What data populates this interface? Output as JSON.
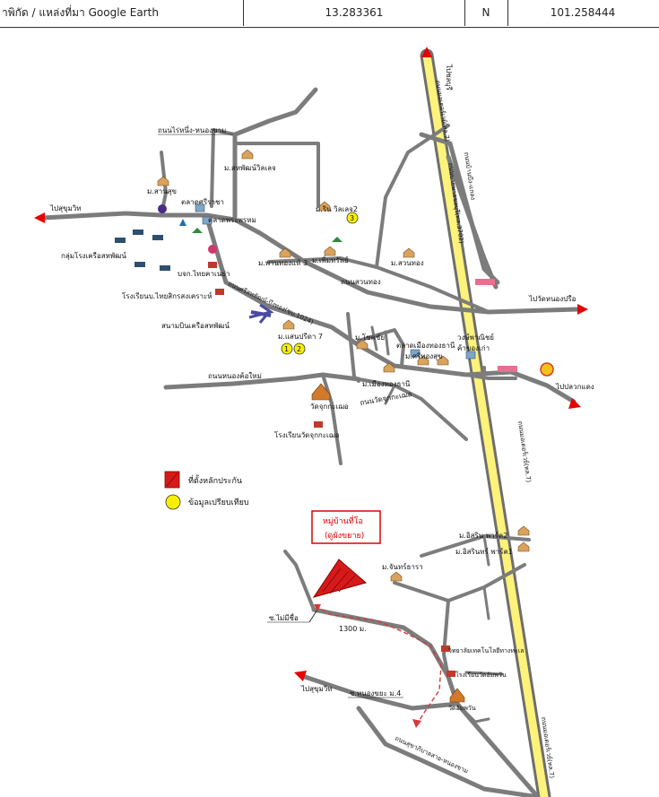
{
  "header": {
    "source_label": "าพิกัด / แหล่งที่มา Google Earth",
    "latitude": "13.283361",
    "direction": "N",
    "longitude": "101.258444"
  },
  "roads": {
    "main_highway_top": "ถนนมอเตอร์เวย์(ทล.7)",
    "main_highway_bottom": "ถนนมอเตอร์เวย์(ทล.7)",
    "highway_right_bottom": "ถนนมอเตอร์เวย์(ทล.7)",
    "parallel_road_a": "ถนนบ้านบึง-แกลง",
    "parallel_road_b": "ถนนบายพาสชลบุรี(ทล.3702)",
    "rai_nong_kham": "ถนนไร่หนึ่ง-หนองขาม",
    "suan_thong": "ถนนสวนทอง",
    "srisahaphat": "ถนนศรีสหพัฒน์-บึงทอง(ชบ.1024)",
    "nong_kho": "ถนนหนองค้อใหม่",
    "wat_chuk": "ถนนวัดจุกกะเฌอ",
    "sukhaphiban": "ถนนสุขาภิบาลสาย-หนองขาม"
  },
  "directions": {
    "chonburi": "ไปชลบุรี",
    "sukhumvit_top": "ไปสุขุมวิท",
    "wat_nong_prue": "ไปวัดหนองปรือ",
    "pluak_daeng": "ไปปลวกแดง",
    "sukhumvit_bottom": "ไปสุขุมวิท"
  },
  "places": {
    "sriracha_market": "ตลาดศรีราชา",
    "phra_phrom_market": "ตลาดพระพรหม",
    "sahaphat_village": "ม.สหพัฒน์วิลเลจ",
    "sansuk": "ม.สานสุข",
    "rin_village": "ม.ริน วิลเลจ2",
    "industrial_group": "กลุ่มโรงเครือสหพัฒน์",
    "bor_kor_thai": "บจก.ไทยคาเนย่า",
    "thai_school": "โรงเรียนบ.ไทยสิกรสงเคราะห์",
    "pan_thong": "ม.พานทองแท้ 3",
    "phum_sap": "ม.เพิ่มทรัพย์",
    "suan_thong_village": "ม.สวนทอง",
    "airfield": "สนามบินเครือสหพัฒน์",
    "saen_prida": "ม.แสนปรีดา 7",
    "chokchai": "ม.โชคชัย",
    "mueang_thong_market": "ตลาดเมืองทองธานี",
    "sri_thong": "ม.ศรีทองสุข",
    "wong_phanit": "วงษ์พาณิชย์",
    "ka_kong": "ค้าของเก่า",
    "mueang_thong_thani": "ม.เมืองทองธานี",
    "wat_chuk_kachoe": "วัดจุกกะเฌอ",
    "wat_chuk_school": "โรงเรียนวัดจุกกะเฌอ",
    "chan_thara": "ม.จันทร์ธารา",
    "isaree_park2": "ม.อิสริน พาร์ค2",
    "isaree_park1": "ม.อิสรินทร์ พาร์ค1",
    "tech_college": "วิทยาลัยเทคโนโลยีทางทะเล",
    "wat_school": "โรงเรียนวัดอัมพวัน",
    "wat_amphawan": "วัดอัมพวัน",
    "soi_mai_chue": "ซ.ไม่มีชื่อ",
    "soi_nong_khae": "ซ.หนองขยะ ม.4",
    "distance": "1300 ม."
  },
  "legend": {
    "collateral": "ที่ตั้งหลักประกัน",
    "comparable": "ข้อมูลเปรียบเทียบ"
  },
  "callout": {
    "line1": "หมู่บ้านที่โอ",
    "line2": "(ดูผังขยาย)"
  },
  "comparables": [
    "1",
    "2",
    "3"
  ],
  "colors": {
    "road": "#7c7c7c",
    "highway_fill": "#fdf27a",
    "red": "#e00000",
    "comparable": "#f6f000",
    "callout": "#e00000"
  }
}
